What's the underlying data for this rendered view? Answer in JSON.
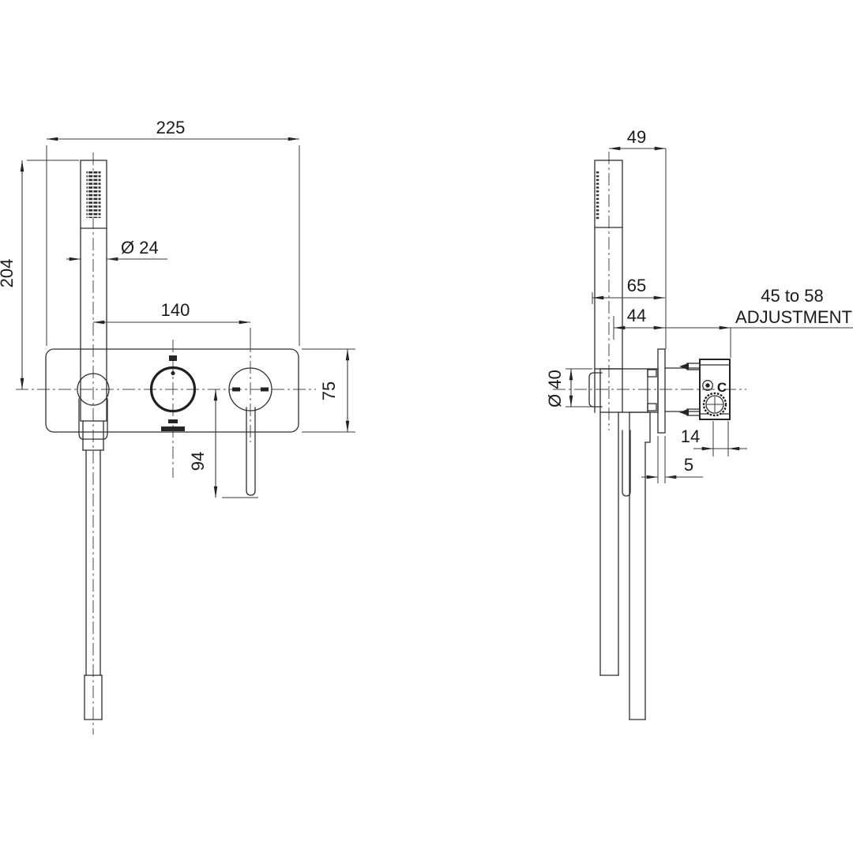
{
  "drawing": {
    "front": {
      "dim_width": "225",
      "dim_height": "204",
      "dim_handshower_diameter": "Ø 24",
      "dim_outlet_spacing": "140",
      "dim_plate_height": "75",
      "dim_lever_length": "94"
    },
    "side": {
      "dim_centre_offset": "49",
      "dim_projection_total": "65",
      "dim_projection_handle": "44",
      "dim_holder_diameter": "Ø 40",
      "dim_adjustment_range": "45 to 58",
      "dim_adjustment_label": "ADJUSTMENT",
      "dim_cartridge_width": "14",
      "dim_plate_thickness": "5",
      "valve_marking": "C"
    }
  }
}
